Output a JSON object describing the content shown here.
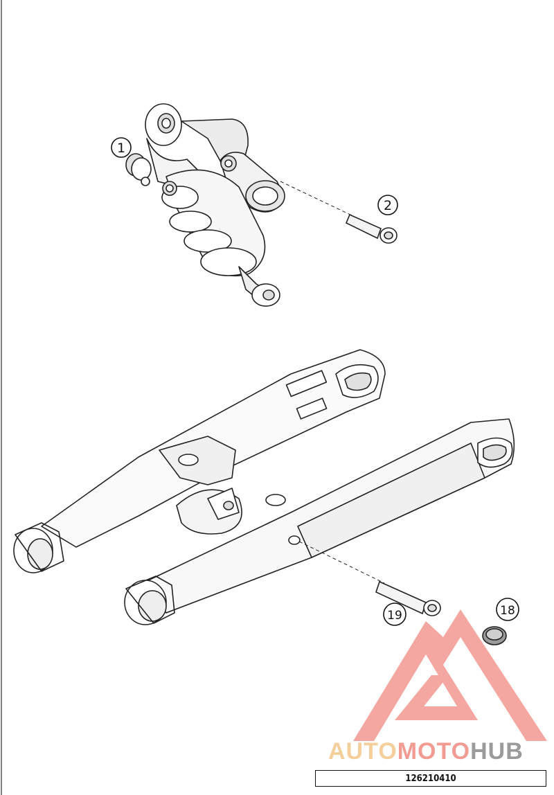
{
  "callouts": {
    "c1": "1",
    "c2": "2",
    "c18": "18",
    "c19": "19"
  },
  "watermark": {
    "part1": "AUTO",
    "part2": "MOTO",
    "part3": "HUB",
    "color_main": "#f08a80",
    "color_auto": "#f4c78a",
    "color_hub": "#8a8a8a"
  },
  "footer": {
    "diagram_code": "126210410"
  },
  "colors": {
    "line": "#222222",
    "shade": "#d9d9d9"
  }
}
